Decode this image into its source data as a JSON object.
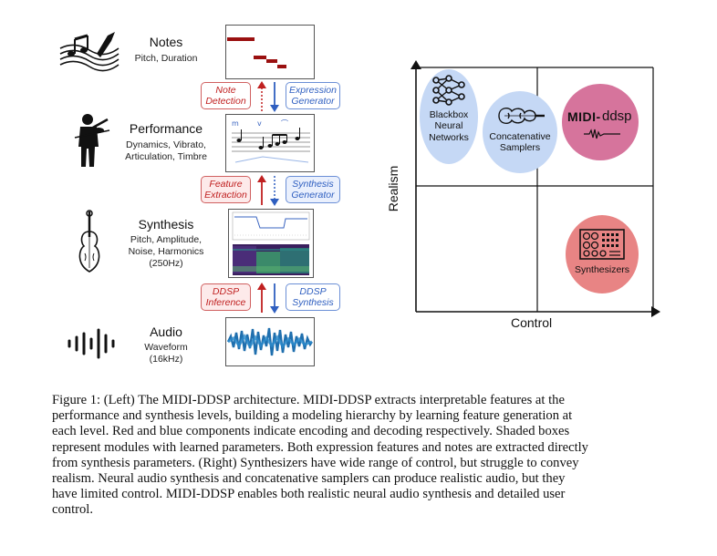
{
  "levels": {
    "notes": {
      "title": "Notes",
      "sub": [
        "Pitch, Duration"
      ]
    },
    "performance": {
      "title": "Performance",
      "sub": [
        "Dynamics, Vibrato,",
        "Articulation, Timbre"
      ]
    },
    "synthesis": {
      "title": "Synthesis",
      "sub": [
        "Pitch, Amplitude,",
        "Noise, Harmonics",
        "(250Hz)"
      ]
    },
    "audio": {
      "title": "Audio",
      "sub": [
        "Waveform",
        "(16kHz)"
      ]
    }
  },
  "modules": {
    "note_detection": [
      "Note",
      "Detection"
    ],
    "expression_generator": [
      "Expression",
      "Generator"
    ],
    "feature_extraction": [
      "Feature",
      "Extraction"
    ],
    "synthesis_generator": [
      "Synthesis",
      "Generator"
    ],
    "ddsp_inference": [
      "DDSP",
      "Inference"
    ],
    "ddsp_synthesis": [
      "DDSP",
      "Synthesis"
    ]
  },
  "quadrant": {
    "xlabel": "Control",
    "ylabel": "Realism",
    "items": {
      "blackbox": [
        "Blackbox",
        "Neural",
        "Networks"
      ],
      "concatenative": [
        "Concatenative",
        "Samplers"
      ],
      "midi_ddsp_logo": "MIDI-",
      "midi_ddsp_logo2": "ddsp",
      "synthesizers": "Synthesizers"
    }
  },
  "colors": {
    "red": "#c02020",
    "blue": "#2f5fc0",
    "bubble_blue": "#c5d8f5",
    "bubble_pink": "#d6749c",
    "bubble_red": "#e88484",
    "piano_roll": "#9a1010"
  },
  "caption": [
    "Figure 1: (Left) The MIDI-DDSP architecture. MIDI-DDSP extracts interpretable features at the",
    "performance and synthesis levels, building a modeling hierarchy by learning feature generation at",
    "each level. Red and blue components indicate encoding and decoding respectively. Shaded boxes",
    "represent modules with learned parameters. Both expression features and notes are extracted directly",
    "from synthesis parameters. (Right) Synthesizers have wide range of control, but struggle to convey",
    "realism. Neural audio synthesis and concatenative samplers can produce realistic audio, but they",
    "have limited control. MIDI-DDSP enables both realistic neural audio synthesis and detailed user",
    "control."
  ]
}
